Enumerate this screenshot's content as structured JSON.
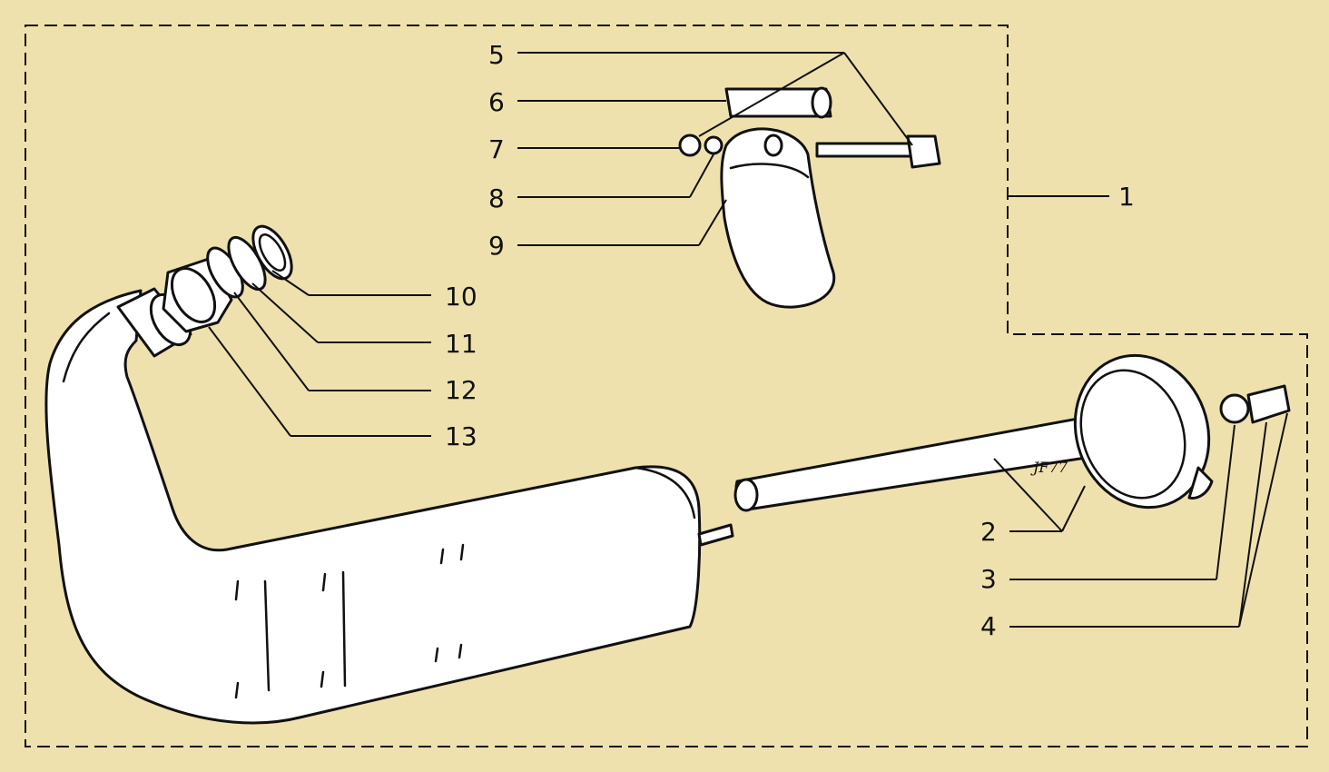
{
  "diagram": {
    "colors": {
      "background": "#efe1ae",
      "ink": "#111111",
      "part_fill": "#ffffff"
    },
    "callouts": [
      "1",
      "2",
      "3",
      "4",
      "5",
      "6",
      "7",
      "8",
      "9",
      "10",
      "11",
      "12",
      "13"
    ],
    "signature": "JF77"
  }
}
